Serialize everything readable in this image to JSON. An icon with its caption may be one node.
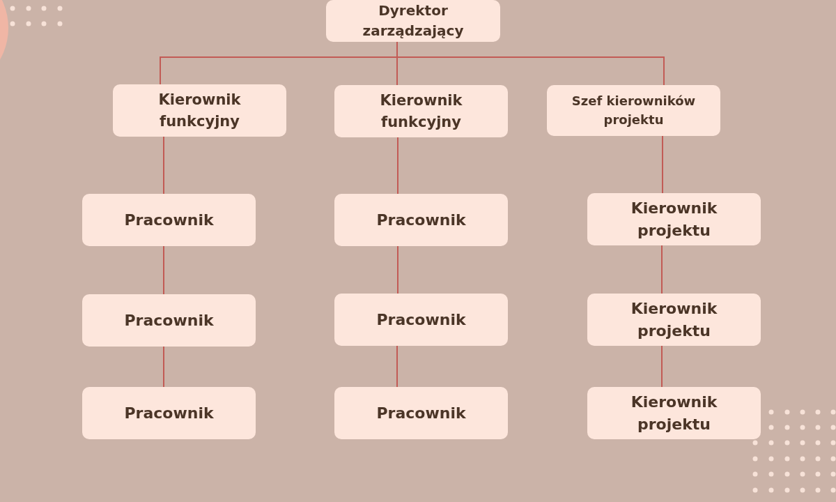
{
  "diagram": {
    "nodes": [
      {
        "text": [
          "Dyrektor zarządzający"
        ]
      },
      {
        "text": [
          "Kierownik funkcyjny"
        ]
      },
      {
        "text": [
          "Kierownik funkcyjny"
        ]
      },
      {
        "text": [
          "Szef kierowników projektu"
        ]
      },
      {
        "text": [
          "Pracownik"
        ]
      },
      {
        "text": [
          "Pracownik"
        ]
      },
      {
        "text": [
          "Pracownik"
        ]
      },
      {
        "text": [
          "Pracownik"
        ]
      },
      {
        "text": [
          "Pracownik"
        ]
      },
      {
        "text": [
          "Pracownik"
        ]
      },
      {
        "text": [
          "Kierownik projektu"
        ]
      },
      {
        "text": [
          "Kierownik projektu"
        ]
      },
      {
        "text": [
          "Kierownik projektu"
        ]
      }
    ],
    "edges": [
      {
        "from": 0,
        "to": 1,
        "arrow": "none"
      },
      {
        "from": 0,
        "to": 2,
        "arrow": "none"
      },
      {
        "from": 0,
        "to": 3,
        "arrow": "none"
      },
      {
        "from": 1,
        "to": 4,
        "arrow": "none"
      },
      {
        "from": 4,
        "to": 5,
        "arrow": "none"
      },
      {
        "from": 5,
        "to": 6,
        "arrow": "none"
      },
      {
        "from": 2,
        "to": 7,
        "arrow": "none"
      },
      {
        "from": 7,
        "to": 8,
        "arrow": "none"
      },
      {
        "from": 8,
        "to": 9,
        "arrow": "none"
      },
      {
        "from": 3,
        "to": 10,
        "arrow": "none"
      },
      {
        "from": 10,
        "to": 11,
        "arrow": "none"
      },
      {
        "from": 11,
        "to": 12,
        "arrow": "none"
      }
    ]
  }
}
